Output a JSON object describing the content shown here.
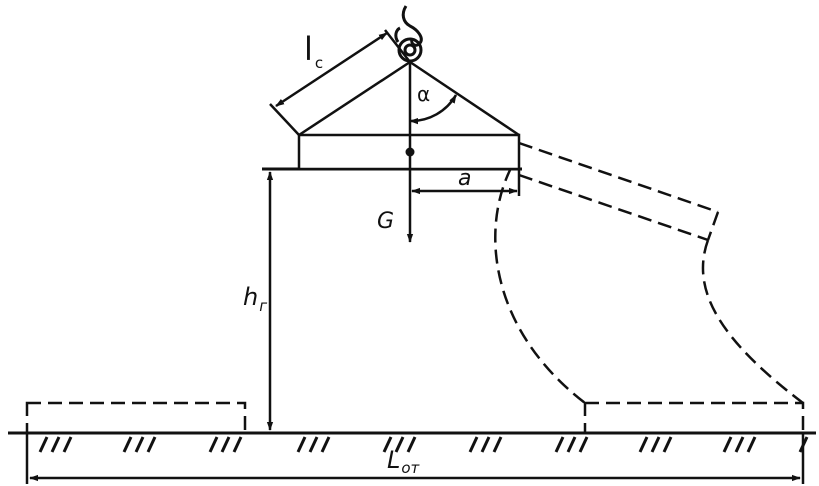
{
  "labels": {
    "sling_length": {
      "main": "l",
      "sub": "c"
    },
    "angle": "α",
    "offset": "a",
    "weight": "G",
    "height": {
      "main": "h",
      "sub": "г"
    },
    "fall_length": {
      "main": "L",
      "sub": "от"
    }
  },
  "colors": {
    "line": "#111111",
    "background": "#ffffff"
  }
}
